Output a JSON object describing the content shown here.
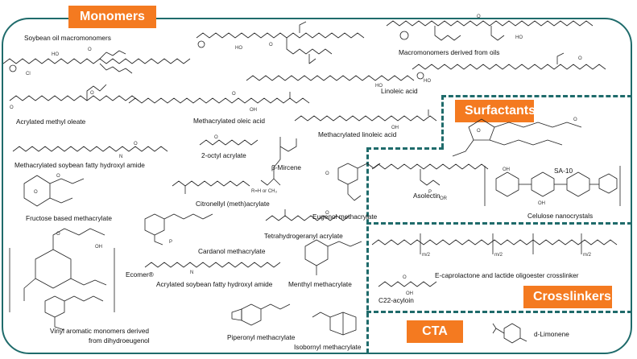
{
  "sections": {
    "monomers": "Monomers",
    "surfactants": "Surfactants",
    "crosslinkers": "Crosslinkers",
    "cta": "CTA"
  },
  "labels": {
    "soybean_oil": "Soybean oil macromonomers",
    "macromonomers_oils": "Macromonomers derived from oils",
    "linoleic_acid": "Linoleic acid",
    "acrylated_methyl_oleate": "Acrylated methyl oleate",
    "methacrylated_oleic_acid": "Methacrylated oleic acid",
    "methacrylated_linoleic_acid": "Methacrylated linoleic acid",
    "methacrylated_soybean_amide": "Methacrylated soybean fatty hydroxyl amide",
    "octyl_acrylate": "2-octyl acrylate",
    "mircene": "β-Mircene",
    "fructose": "Fructose based methacrylate",
    "citronellyl": "Citronellyl (meth)acrylate",
    "eugenol": "Eugenol methacrylate",
    "cardanol": "Cardanol methacrylate",
    "tetrahydrogeranyl": "Tetrahydrogeranyl acrylate",
    "ecomer": "Ecomer®",
    "acrylated_soybean_amide": "Acrylated soybean fatty hydroxyl amide",
    "menthyl": "Menthyl methacrylate",
    "vinyl_aromatic_1": "Vinyl aromatic monomers derived",
    "vinyl_aromatic_2": "from dihydroeugenol",
    "piperonyl": "Piperonyl methacrylate",
    "isobornyl": "Isobornyl methacrylate",
    "sa10": "SA-10",
    "asolectin": "Asolectin",
    "cellulose": "Celulose nanocrystals",
    "caprolactone": "E-caprolactone and lactide oligoester crosslinker",
    "c22": "C22-acyloin",
    "limonene": "d-Limonene"
  }
}
